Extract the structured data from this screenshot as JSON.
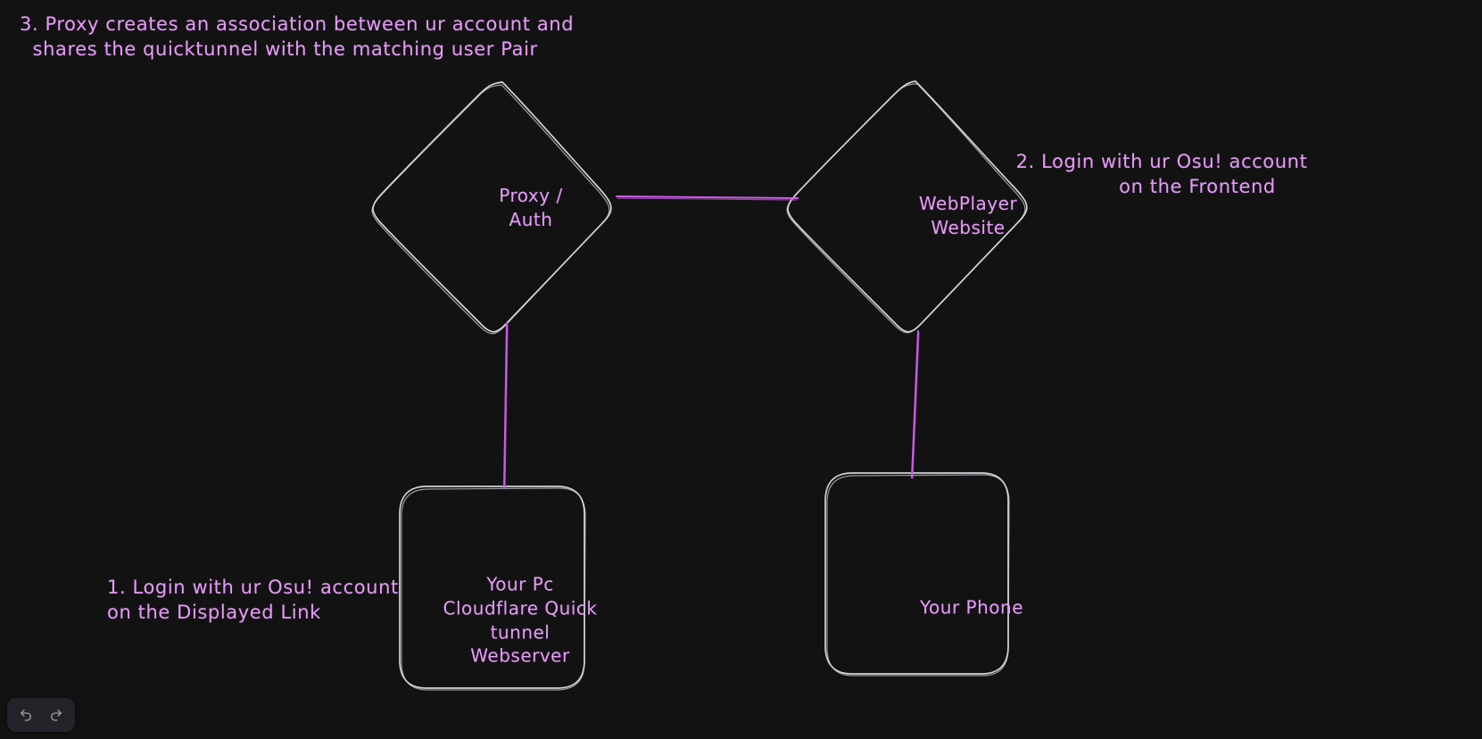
{
  "app": {
    "name": "excalidraw-canvas",
    "background_color": "#121212",
    "stroke_color": "#ced4da",
    "accent_color": "#cc5de8",
    "text_color": "#e599f7"
  },
  "notes": [
    {
      "id": "note-3",
      "text": "3. Proxy creates an association between ur account and\n  shares the quicktunnel with the matching user Pair"
    },
    {
      "id": "note-2",
      "text": "2. Login with ur Osu! account\n           on the Frontend"
    },
    {
      "id": "note-1",
      "text": "1. Login with ur Osu! account\non the Displayed Link"
    }
  ],
  "shapes": [
    {
      "id": "proxy-auth",
      "type": "diamond",
      "label": "Proxy /\nAuth"
    },
    {
      "id": "webplayer-website",
      "type": "diamond",
      "label": "WebPlayer\nWebsite"
    },
    {
      "id": "your-pc",
      "type": "rounded-rectangle",
      "label": "Your Pc\nCloudflare Quick\ntunnel\nWebserver"
    },
    {
      "id": "your-phone",
      "type": "rounded-rectangle",
      "label": "Your Phone"
    }
  ],
  "connectors": [
    {
      "id": "proxy-to-webplayer",
      "from": "proxy-auth",
      "to": "webplayer-website"
    },
    {
      "id": "proxy-to-your-pc",
      "from": "proxy-auth",
      "to": "your-pc"
    },
    {
      "id": "webplayer-to-your-phone",
      "from": "webplayer-website",
      "to": "your-phone"
    }
  ],
  "toolbar": {
    "undo_label": "Undo",
    "redo_label": "Redo",
    "undo_icon": "undo-arrow-icon",
    "redo_icon": "redo-arrow-icon"
  }
}
